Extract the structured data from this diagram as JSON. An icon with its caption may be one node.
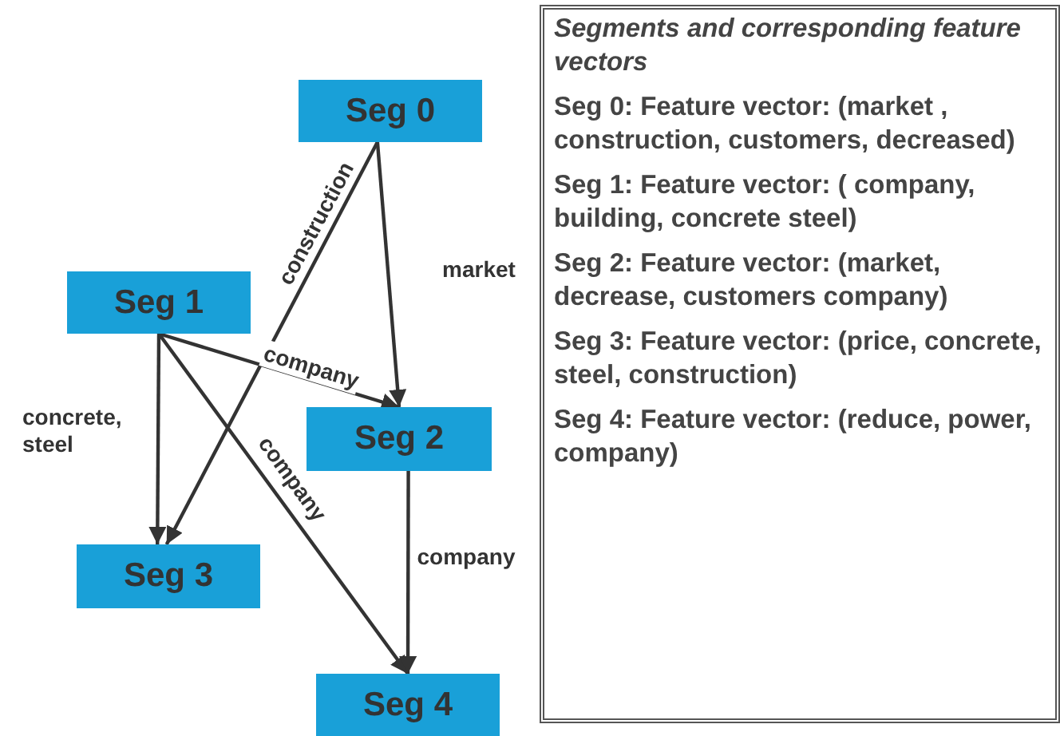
{
  "diagram": {
    "nodes": [
      {
        "text": [
          "Seg 0"
        ]
      },
      {
        "text": [
          "Seg 1"
        ]
      },
      {
        "text": [
          "Seg 2"
        ]
      },
      {
        "text": [
          "Seg 3"
        ]
      },
      {
        "text": [
          "Seg 4"
        ]
      },
      {
        "text": [
          "Segments and corresponding feature vectors",
          "Seg 0: Feature vector: (market , construction, customers, decreased)",
          "Seg 1: Feature vector: ( company, building, concrete steel)",
          "Seg 2: Feature vector: (market, decrease, customers company)",
          "Seg 3: Feature vector: (price, concrete, steel, construction)",
          "Seg 4: Feature vector: (reduce, power, company)"
        ]
      }
    ],
    "edges": [
      {
        "from": 0,
        "to": 3,
        "arrow": "to",
        "label": "construction"
      },
      {
        "from": 0,
        "to": 2,
        "arrow": "to",
        "label": "market"
      },
      {
        "from": 1,
        "to": 2,
        "arrow": "to",
        "label": "company"
      },
      {
        "from": 1,
        "to": 3,
        "arrow": "to",
        "label": "concrete, steel"
      },
      {
        "from": 1,
        "to": 4,
        "arrow": "to",
        "label": "company"
      },
      {
        "from": 2,
        "to": 4,
        "arrow": "to",
        "label": "company"
      }
    ]
  }
}
